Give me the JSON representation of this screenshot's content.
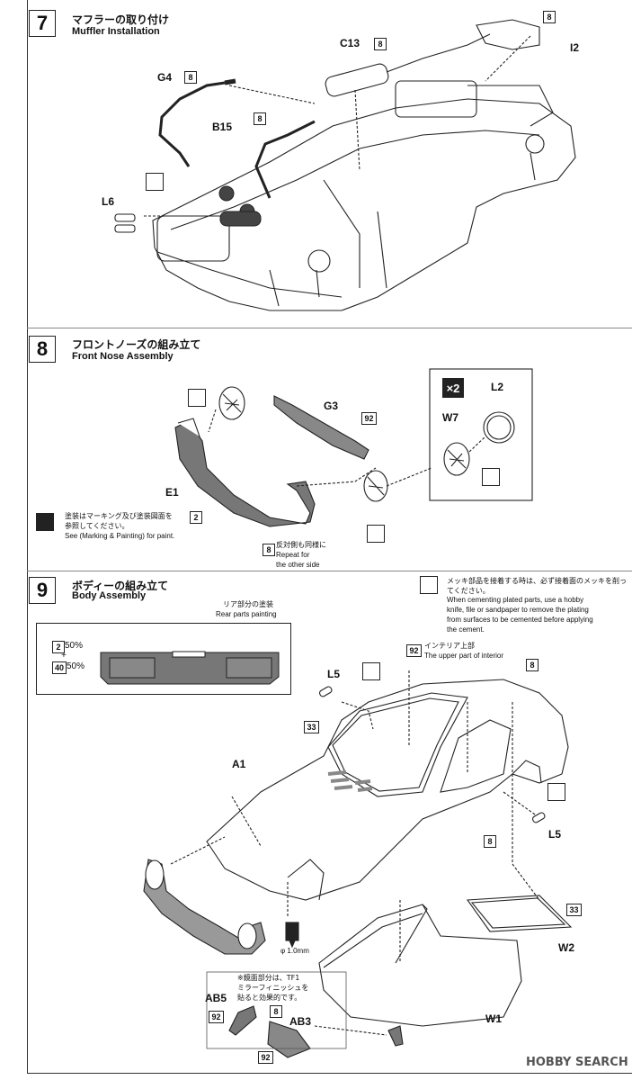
{
  "steps": {
    "s7": {
      "number": "7",
      "title_jp": "マフラーの取り付け",
      "title_en": "Muffler Installation"
    },
    "s8": {
      "number": "8",
      "title_jp": "フロントノーズの組み立て",
      "title_en": "Front Nose Assembly"
    },
    "s9": {
      "number": "9",
      "title_jp": "ボディーの組み立て",
      "title_en": "Body Assembly"
    }
  },
  "parts_step7": {
    "c13": "C13",
    "g4": "G4",
    "b15": "B15",
    "l6": "L6",
    "i2": "I2",
    "color": "8"
  },
  "parts_step8": {
    "g3": "G3",
    "e1": "E1",
    "l2": "L2",
    "w7": "W7",
    "x2": "×2",
    "color92": "92",
    "color2": "2",
    "color8": "8"
  },
  "paint_note": {
    "jp_line1": "塗装はマーキング及び塗装図面を",
    "jp_line2": "参照してください。",
    "en": "See (Marking & Painting) for paint.",
    "tag": "2"
  },
  "repeat_note": {
    "jp": "反対側も同様に",
    "en1": "Repeat for",
    "en2": "the other side",
    "tag": "8"
  },
  "rear_paint": {
    "title_jp": "リア部分の塗装",
    "title_en": "Rear parts painting",
    "line1_tag": "2",
    "line1_pct": "50%",
    "plus": "+",
    "line2_tag": "40",
    "line2_pct": "50%"
  },
  "plating_note": {
    "jp": "メッキ部品を接着する時は、必ず接着面のメッキを削ってください。",
    "en1": "When cementing plated parts, use a hobby",
    "en2": "knife, file or sandpaper to remove the plating",
    "en3": "from surfaces to be cemented before applying",
    "en4": "the cement."
  },
  "interior_note": {
    "jp": "インテリア上部",
    "en": "The upper part of interior",
    "tag": "92"
  },
  "parts_step9": {
    "l5a": "L5",
    "l5b": "L5",
    "a1": "A1",
    "w1": "W1",
    "w2": "W2",
    "ab5": "AB5",
    "ab3": "AB3",
    "tag33a": "33",
    "tag33b": "33",
    "tag8a": "8",
    "tag8b": "8",
    "tag8c": "8",
    "tag92a": "92",
    "tag92b": "92",
    "drill": "φ 1.0mm"
  },
  "mirror_note": {
    "line1": "※鏡面部分は、TF1",
    "line2": "ミラーフィニッシュを",
    "line3": "貼ると効果的です。"
  },
  "watermark": "HOBBY SEARCH"
}
